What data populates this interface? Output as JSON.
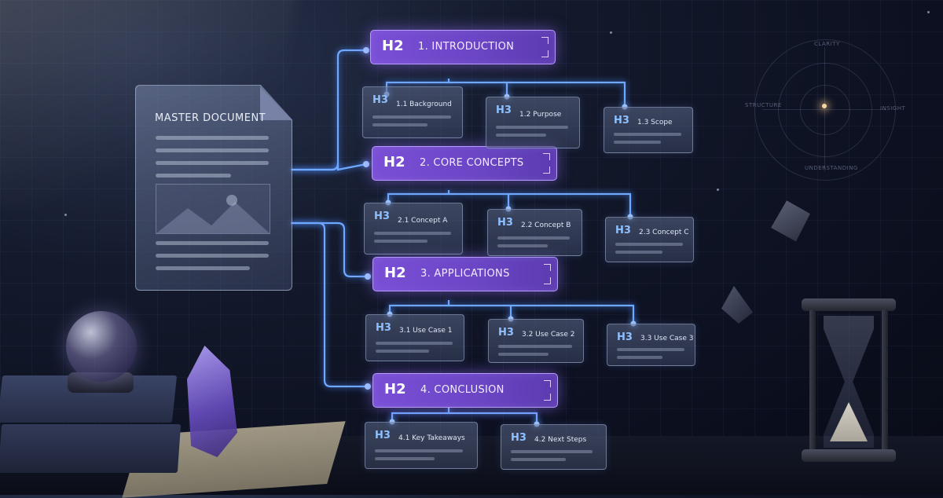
{
  "master": {
    "title": "MASTER DOCUMENT"
  },
  "sections": [
    {
      "tag": "H2",
      "title": "1. INTRODUCTION",
      "children": [
        {
          "tag": "H3",
          "title": "1.1  Background"
        },
        {
          "tag": "H3",
          "title": "1.2  Purpose"
        },
        {
          "tag": "H3",
          "title": "1.3  Scope"
        }
      ]
    },
    {
      "tag": "H2",
      "title": "2. CORE CONCEPTS",
      "children": [
        {
          "tag": "H3",
          "title": "2.1  Concept A"
        },
        {
          "tag": "H3",
          "title": "2.2  Concept B"
        },
        {
          "tag": "H3",
          "title": "2.3  Concept C"
        }
      ]
    },
    {
      "tag": "H2",
      "title": "3. APPLICATIONS",
      "children": [
        {
          "tag": "H3",
          "title": "3.1  Use Case 1"
        },
        {
          "tag": "H3",
          "title": "3.2  Use Case 2"
        },
        {
          "tag": "H3",
          "title": "3.3  Use Case 3"
        }
      ]
    },
    {
      "tag": "H2",
      "title": "4. CONCLUSION",
      "children": [
        {
          "tag": "H3",
          "title": "4.1  Key Takeaways"
        },
        {
          "tag": "H3",
          "title": "4.2  Next Steps"
        }
      ]
    }
  ],
  "compass": {
    "top": "CLARITY",
    "left": "STRUCTURE",
    "right": "INSIGHT",
    "bottom": "UNDERSTANDING"
  },
  "colors": {
    "h2_fill": "#7a4fd6",
    "h2_border": "#b79bff",
    "h3_tag": "#8ec0ff",
    "connector": "#6fa8ff"
  }
}
